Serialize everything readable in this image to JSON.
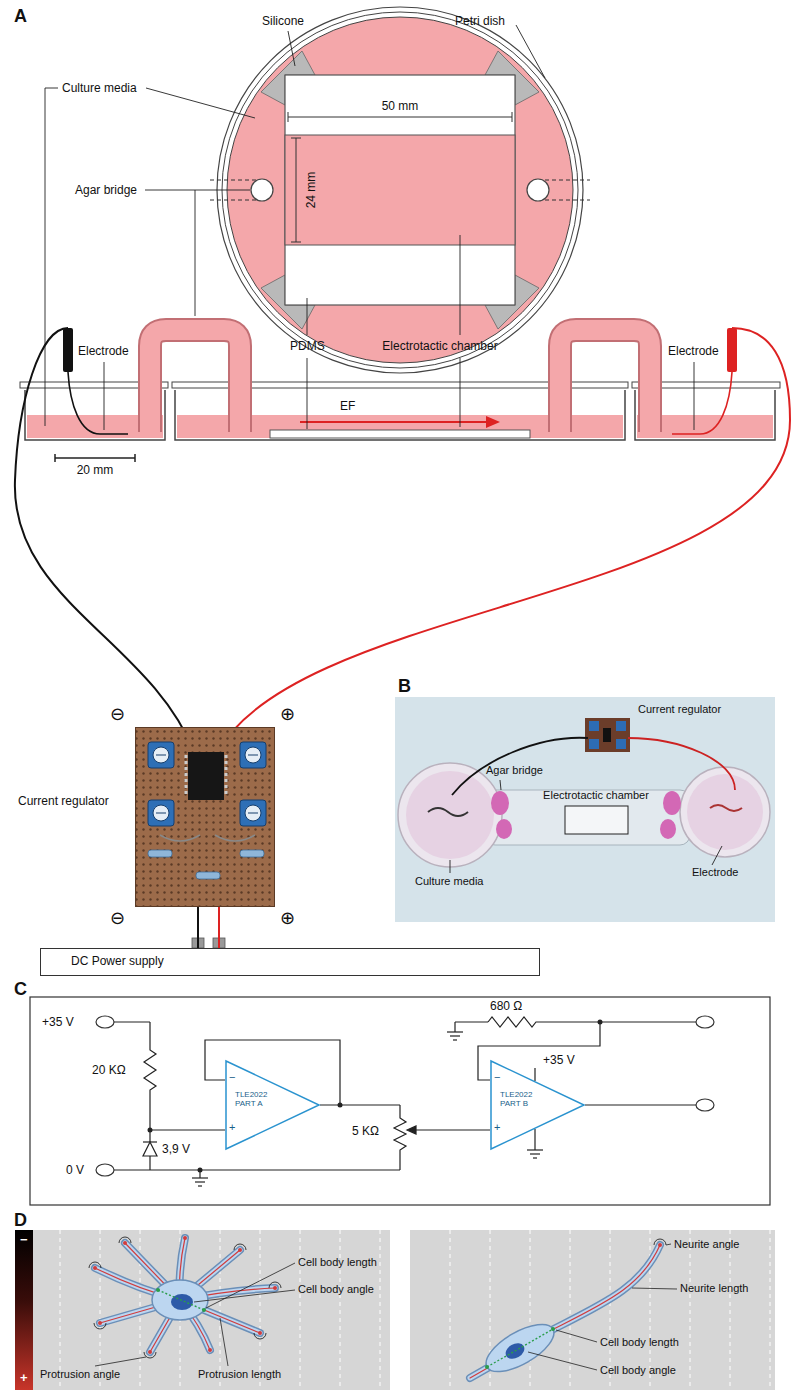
{
  "diagram": {
    "nodes": [
      {
        "text": [
          "Current regulator"
        ]
      },
      {
        "text": [
          "DC Power supply"
        ]
      },
      {
        "text": [
          "TLE2022",
          "PART A"
        ]
      },
      {
        "text": [
          "TLE2022",
          "PART B"
        ]
      }
    ],
    "edges": [
      {
        "from": 0,
        "to": 1,
        "arrow": "none"
      },
      {
        "from": 0,
        "to": 1,
        "arrow": "none"
      }
    ],
    "labels": [
      "A",
      "Silicone",
      "Petri dish",
      "Culture media",
      "50 mm",
      "24 mm",
      "Agar bridge",
      "PDMS",
      "Electrotactic chamber",
      "Electrode",
      "EF",
      "Electrode",
      "20 mm",
      "⊖",
      "⊕",
      "⊖",
      "⊕",
      "B",
      "Current regulator",
      "Agar bridge",
      "Electrotactic chamber",
      "Culture media",
      "Electrode",
      "C",
      "+35 V",
      "20 KΩ",
      "3,9 V",
      "0 V",
      "680 Ω",
      "+35 V",
      "5 KΩ",
      "−",
      "+",
      "−",
      "+",
      "D",
      "−",
      "+",
      "Cell body length",
      "Cell body angle",
      "Protrusion angle",
      "Protrusion length",
      "Neurite angle",
      "Neurite length",
      "Cell body length",
      "Cell body angle"
    ]
  }
}
